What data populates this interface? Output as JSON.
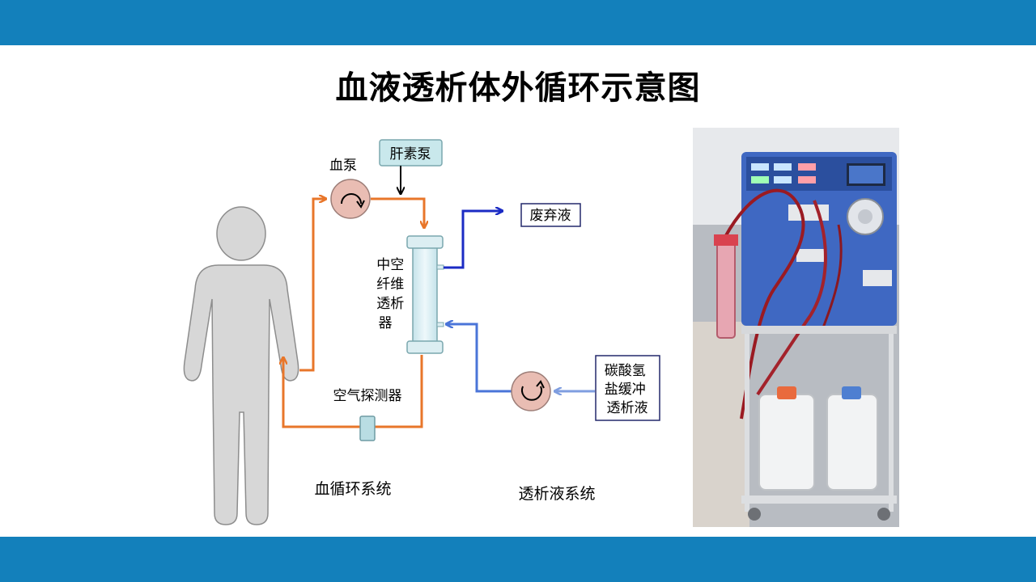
{
  "slide": {
    "title": "血液透析体外循环示意图",
    "colors": {
      "band": "#1380bb",
      "blood_line": "#e8762a",
      "dialysate_in": "#4a74d8",
      "waste_out": "#1b2bc4",
      "pump_fill": "#e9bdb3",
      "device_fill": "#d9eef2"
    }
  },
  "diagram": {
    "blood_pump_label": "血泵",
    "heparin_pump_label": "肝素泵",
    "dialyzer_label_lines": [
      "中空",
      "纤维",
      "透析",
      "器"
    ],
    "waste_label": "废弃液",
    "bicarbonate_label_lines": [
      "碳酸氢",
      "盐缓冲",
      "透析液"
    ],
    "air_detector_label": "空气探测器",
    "blood_system_label": "血循环系统",
    "dialysate_system_label": "透析液系统"
  },
  "photo": {
    "subject": "hemodialysis-machine-photo"
  }
}
